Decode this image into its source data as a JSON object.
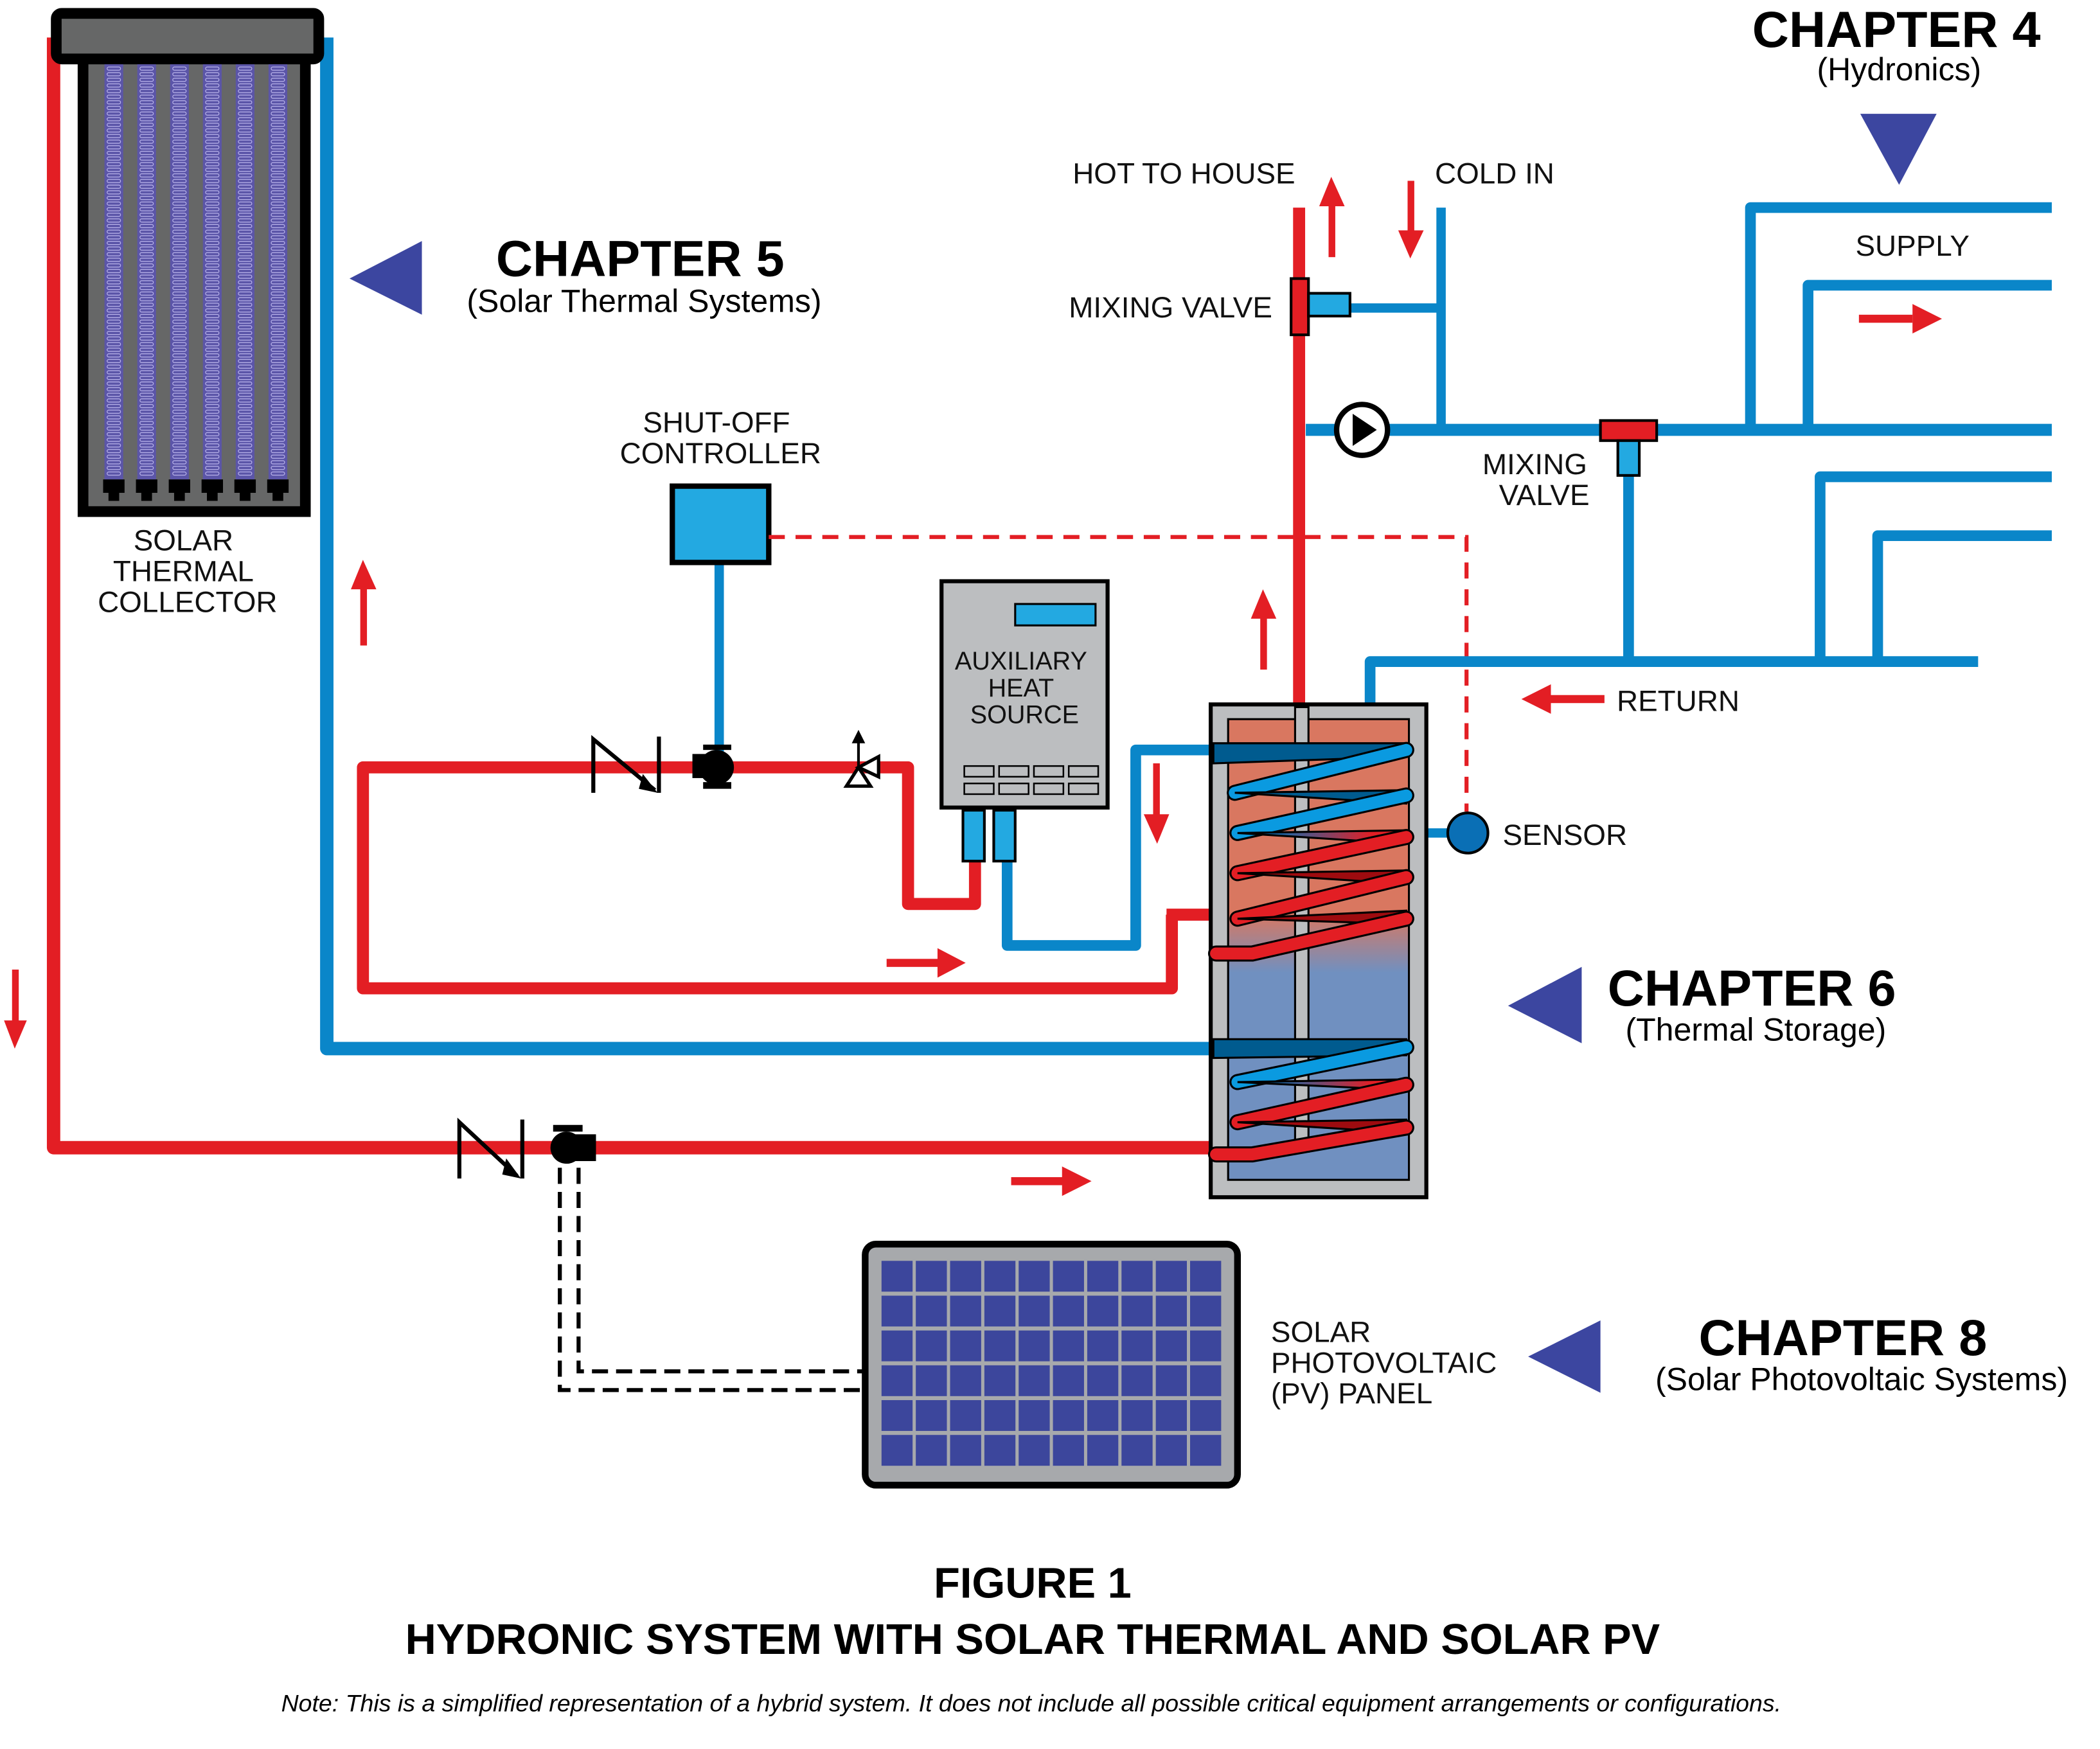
{
  "colors": {
    "hot": "#e31e24",
    "cold": "#0a86c9",
    "chapter_marker": "#3c46a0",
    "light_blue": "#23a9e1",
    "gray": "#bcbec0",
    "dark_gray": "#666767",
    "collector_tube": "#5b55a8",
    "pv_cell": "#3c469c",
    "tank_hot": "#d97760",
    "tank_cold": "#7090c0"
  },
  "chapters": [
    {
      "id": "ch4",
      "title": "CHAPTER 4",
      "subtitle": "(Hydronics)",
      "pointer": "down"
    },
    {
      "id": "ch5",
      "title": "CHAPTER 5",
      "subtitle": "(Solar Thermal Systems)",
      "pointer": "left"
    },
    {
      "id": "ch6",
      "title": "CHAPTER 6",
      "subtitle": "(Thermal Storage)",
      "pointer": "left"
    },
    {
      "id": "ch8",
      "title": "CHAPTER 8",
      "subtitle": "(Solar Photovoltaic Systems)",
      "pointer": "left"
    }
  ],
  "labels": {
    "solar_collector": [
      "SOLAR",
      "THERMAL",
      "COLLECTOR"
    ],
    "shutoff_controller": [
      "SHUT-OFF",
      "CONTROLLER"
    ],
    "aux_heat": [
      "AUXILIARY",
      "HEAT",
      "SOURCE"
    ],
    "hot_to_house": "HOT TO HOUSE",
    "cold_in": "COLD IN",
    "mixing_valve_dhw": "MIXING VALVE",
    "mixing_valve_hydronic": [
      "MIXING",
      "VALVE"
    ],
    "supply": "SUPPLY",
    "return": "RETURN",
    "sensor": "SENSOR",
    "pv_panel": [
      "SOLAR",
      "PHOTOVOLTAIC",
      "(PV) PANEL"
    ]
  },
  "figure": {
    "number": "FIGURE 1",
    "title": "HYDRONIC SYSTEM WITH SOLAR THERMAL AND SOLAR PV",
    "note": "Note: This is a simplified representation of a hybrid system. It does not include all possible critical equipment arrangements or configurations."
  },
  "components": {
    "collector_tubes": 6,
    "pv_grid": {
      "columns": 10,
      "rows": 6
    },
    "aux_buttons": {
      "columns": 4,
      "rows": 2
    }
  }
}
